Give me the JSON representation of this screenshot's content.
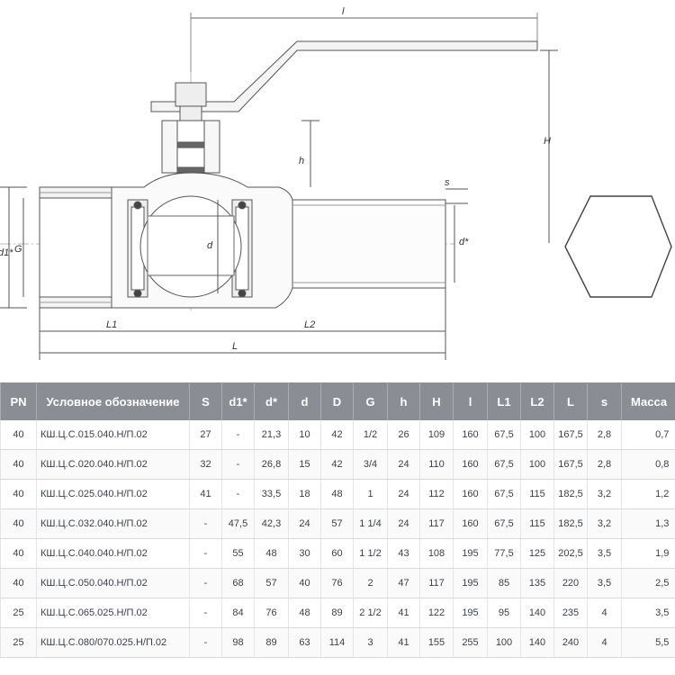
{
  "drawing": {
    "dimension_labels": {
      "l": "l",
      "H": "H",
      "h": "h",
      "s": "s",
      "d1": "d1*",
      "G": "G",
      "d": "d",
      "d_star": "d*",
      "L1": "L1",
      "L2": "L2",
      "L": "L"
    }
  },
  "table": {
    "headers": [
      "PN",
      "Условное обозначение",
      "S",
      "d1*",
      "d*",
      "d",
      "D",
      "G",
      "h",
      "H",
      "l",
      "L1",
      "L2",
      "L",
      "s",
      "Масса"
    ],
    "rows": [
      [
        "40",
        "КШ.Ц.С.015.040.Н/П.02",
        "27",
        "-",
        "21,3",
        "10",
        "42",
        "1/2",
        "26",
        "109",
        "160",
        "67,5",
        "100",
        "167,5",
        "2,8",
        "0,7"
      ],
      [
        "40",
        "КШ.Ц.С.020.040.Н/П.02",
        "32",
        "-",
        "26,8",
        "15",
        "42",
        "3/4",
        "24",
        "110",
        "160",
        "67,5",
        "100",
        "167,5",
        "2,8",
        "0,8"
      ],
      [
        "40",
        "КШ.Ц.С.025.040.Н/П.02",
        "41",
        "-",
        "33,5",
        "18",
        "48",
        "1",
        "24",
        "112",
        "160",
        "67,5",
        "115",
        "182,5",
        "3,2",
        "1,2"
      ],
      [
        "40",
        "КШ.Ц.С.032.040.Н/П.02",
        "-",
        "47,5",
        "42,3",
        "24",
        "57",
        "1 1/4",
        "24",
        "117",
        "160",
        "67,5",
        "115",
        "182,5",
        "3,2",
        "1,3"
      ],
      [
        "40",
        "КШ.Ц.С.040.040.Н/П.02",
        "-",
        "55",
        "48",
        "30",
        "60",
        "1 1/2",
        "43",
        "108",
        "195",
        "77,5",
        "125",
        "202,5",
        "3,5",
        "1,9"
      ],
      [
        "40",
        "КШ.Ц.С.050.040.Н/П.02",
        "-",
        "68",
        "57",
        "40",
        "76",
        "2",
        "47",
        "117",
        "195",
        "85",
        "135",
        "220",
        "3,5",
        "2,5"
      ],
      [
        "25",
        "КШ.Ц.С.065.025.Н/П.02",
        "-",
        "84",
        "76",
        "48",
        "89",
        "2 1/2",
        "41",
        "122",
        "195",
        "95",
        "140",
        "235",
        "4",
        "3,5"
      ],
      [
        "25",
        "КШ.Ц.С.080/070.025.Н/П.02",
        "-",
        "98",
        "89",
        "63",
        "114",
        "3",
        "41",
        "155",
        "255",
        "100",
        "140",
        "240",
        "4",
        "5,5"
      ]
    ]
  }
}
